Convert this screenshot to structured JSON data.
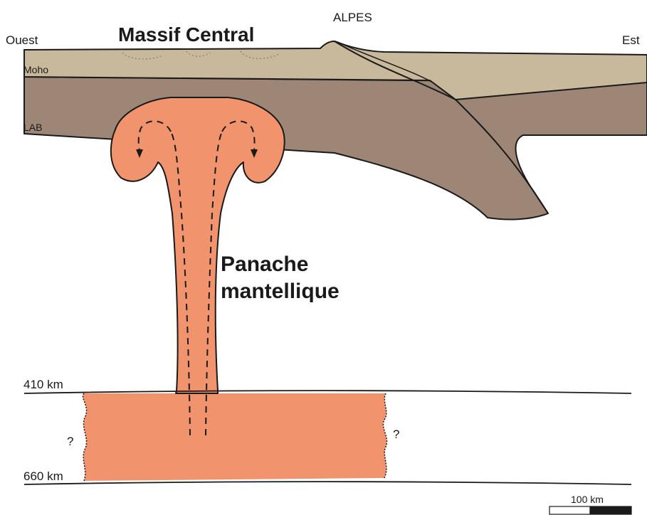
{
  "labels": {
    "west": "Ouest",
    "east": "Est",
    "alps": "ALPES",
    "massif": "Massif Central",
    "moho": "Moho",
    "lab": "LAB",
    "plume_line1": "Panache",
    "plume_line2": "mantellique",
    "depth_410": "410 km",
    "depth_660": "660 km",
    "question_left": "?",
    "question_right": "?",
    "scale": "100 km"
  },
  "colors": {
    "crust": "#c9b99c",
    "lithosphere": "#9e8677",
    "plume": "#f1936c",
    "outline": "#1a1a1a",
    "background": "#ffffff"
  }
}
